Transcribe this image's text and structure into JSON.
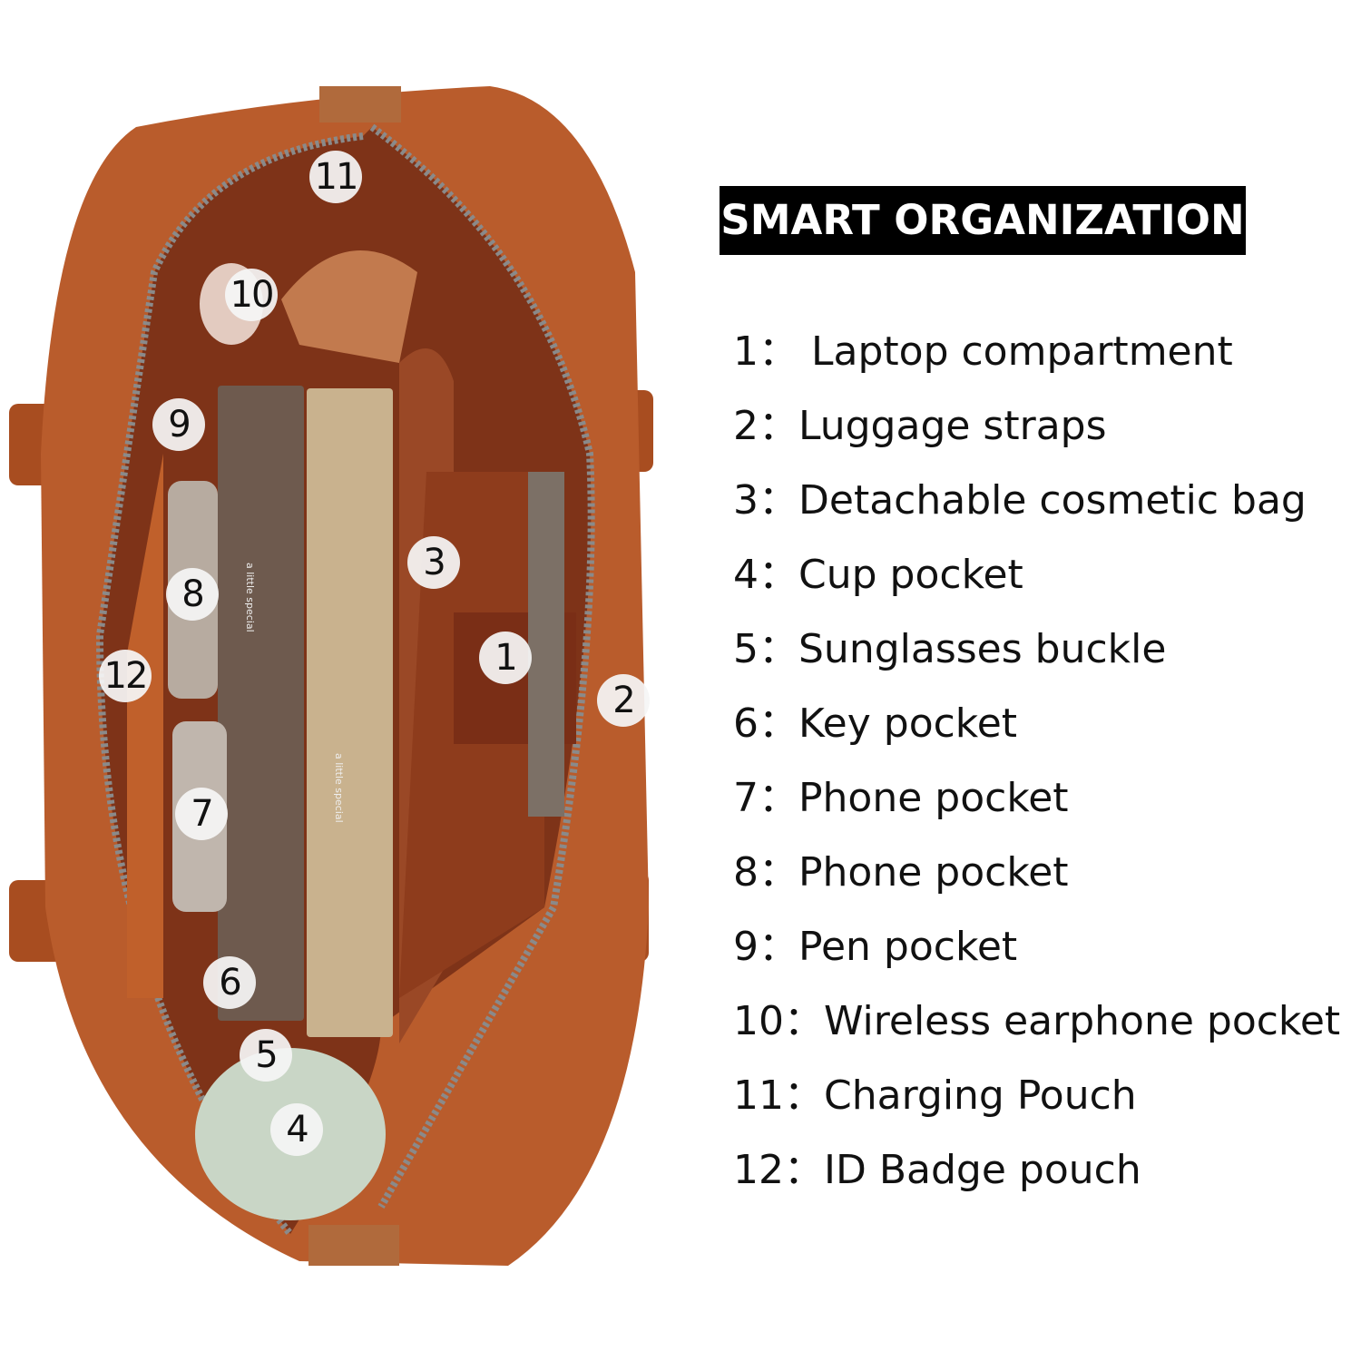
{
  "heading": "SMART ORGANIZATION",
  "items": [
    {
      "num": "1：",
      "label": " Laptop compartment"
    },
    {
      "num": "2：",
      "label": "Luggage straps"
    },
    {
      "num": "3：",
      "label": "Detachable cosmetic bag"
    },
    {
      "num": "4：",
      "label": "Cup pocket"
    },
    {
      "num": "5：",
      "label": "Sunglasses buckle"
    },
    {
      "num": "6：",
      "label": "Key pocket"
    },
    {
      "num": "7：",
      "label": "Phone pocket"
    },
    {
      "num": "8：",
      "label": "Phone pocket"
    },
    {
      "num": "9：",
      "label": "Pen pocket"
    },
    {
      "num": "10：",
      "label": "Wireless earphone pocket"
    },
    {
      "num": "11：",
      "label": "Charging Pouch"
    },
    {
      "num": "12：",
      "label": "ID Badge pouch"
    }
  ],
  "badges": [
    "1",
    "2",
    "3",
    "4",
    "5",
    "6",
    "7",
    "8",
    "9",
    "10",
    "11",
    "12"
  ],
  "notebook_brand": "a little special",
  "colors": {
    "leather": "#b5592a",
    "lining": "#8c3a1c",
    "heading_bg": "#000000",
    "heading_text": "#ffffff"
  }
}
